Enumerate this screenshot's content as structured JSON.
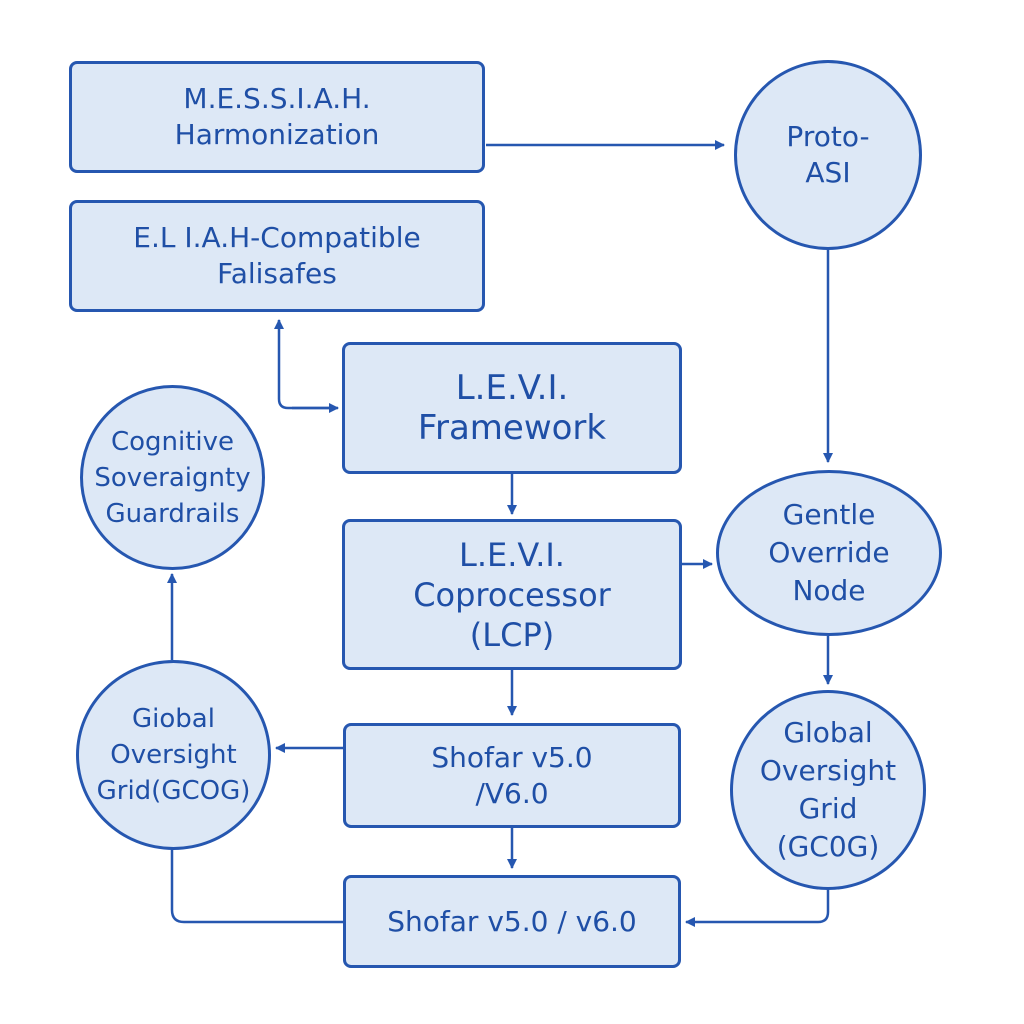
{
  "colors": {
    "fill": "#dde8f6",
    "stroke": "#2657b0",
    "text": "#1f4fa6"
  },
  "nodes": {
    "messiah": {
      "line1": "M.E.S.S.I.A.H.",
      "line2": "Harmonization"
    },
    "proto_asi": {
      "line1": "Proto-",
      "line2": "ASI"
    },
    "eliah": {
      "line1": "E.L I.A.H-Compatible",
      "line2": "Falisafes"
    },
    "levi_framework": {
      "line1": "L.E.V.I.",
      "line2": "Framework"
    },
    "cognitive": {
      "line1": "Cognitive",
      "line2": "Soveraignty",
      "line3": "Guardrails"
    },
    "lcp": {
      "line1": "L.E.V.I.",
      "line2": "Coprocessor",
      "line3": "(LCP)"
    },
    "gentle": {
      "line1": "Gentle",
      "line2": "Override",
      "line3": "Node"
    },
    "gcog_left": {
      "line1": "Giobal",
      "line2": "Oversight",
      "line3": "Grid(GCOG)"
    },
    "shofar_mid": {
      "line1": "Shofar v5.0",
      "line2": "/V6.0"
    },
    "gcog_right": {
      "line1": "Global",
      "line2": "Oversight",
      "line3": "Grid",
      "line4": "(GC0G)"
    },
    "shofar_bottom": {
      "line1": "Shofar v5.0 / v6.0"
    }
  }
}
